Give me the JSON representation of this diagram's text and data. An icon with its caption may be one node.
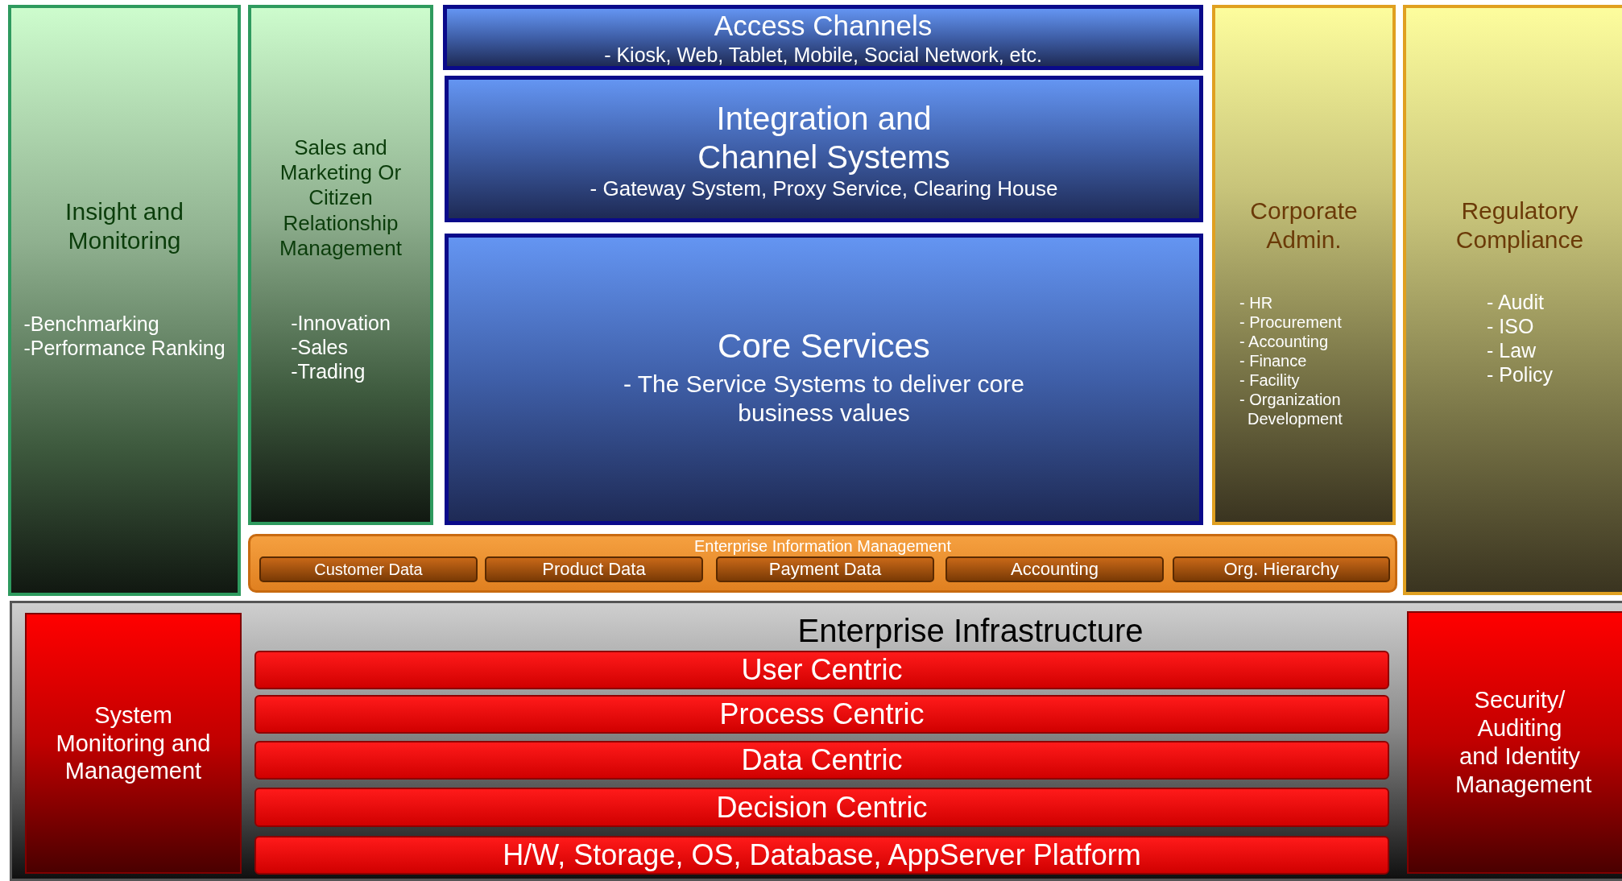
{
  "diagram": {
    "nodes": [
      {
        "text": [
          "Insight and Monitoring",
          "-Benchmarking",
          "-Performance Ranking"
        ]
      },
      {
        "text": [
          "Sales and Marketing Or Citizen Relationship Management",
          "-Innovation",
          "-Sales",
          "-Trading"
        ]
      },
      {
        "text": [
          "Access Channels",
          "- Kiosk, Web, Tablet, Mobile, Social Network, etc."
        ]
      },
      {
        "text": [
          "Integration and Channel Systems",
          "- Gateway System, Proxy Service, Clearing House"
        ]
      },
      {
        "text": [
          "Core Services",
          "- The Service Systems to deliver core business values"
        ]
      },
      {
        "text": [
          "Corporate Admin.",
          "- HR",
          "- Procurement",
          "- Accounting",
          "- Finance",
          "- Facility",
          "- Organization Development"
        ]
      },
      {
        "text": [
          "Regulatory Compliance",
          "- Audit",
          "- ISO",
          "- Law",
          "- Policy"
        ]
      },
      {
        "text": [
          "Enterprise Information Management"
        ]
      },
      {
        "text": [
          "Customer Data"
        ],
        "in": 7
      },
      {
        "text": [
          "Product Data"
        ],
        "in": 7
      },
      {
        "text": [
          "Payment Data"
        ],
        "in": 7
      },
      {
        "text": [
          "Accounting"
        ],
        "in": 7
      },
      {
        "text": [
          "Org. Hierarchy"
        ],
        "in": 7
      },
      {
        "text": [
          "Enterprise Infrastructure"
        ]
      },
      {
        "text": [
          "System Monitoring and Management"
        ],
        "in": 13
      },
      {
        "text": [
          "User Centric"
        ],
        "in": 13
      },
      {
        "text": [
          "Process Centric"
        ],
        "in": 13
      },
      {
        "text": [
          "Data Centric"
        ],
        "in": 13
      },
      {
        "text": [
          "Decision Centric"
        ],
        "in": 13
      },
      {
        "text": [
          "H/W, Storage, OS, Database, AppServer Platform"
        ],
        "in": 13
      },
      {
        "text": [
          "Security/ Auditing and Identity Management"
        ],
        "in": 13
      }
    ],
    "edges": []
  }
}
